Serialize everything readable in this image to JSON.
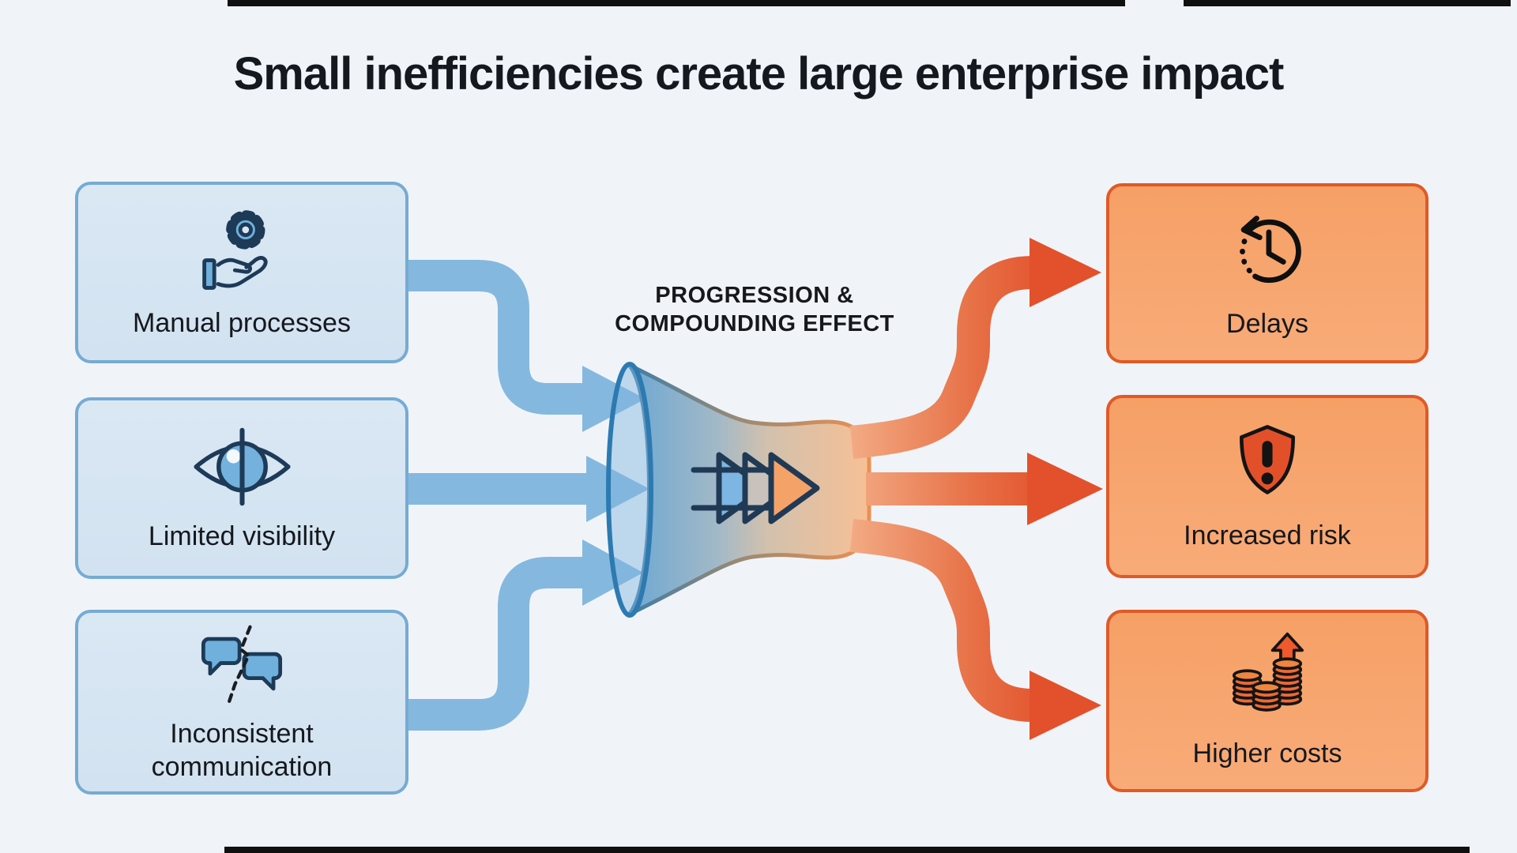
{
  "title": "Small inefficiencies create large enterprise impact",
  "center_label": {
    "line1": "PROGRESSION &",
    "line2": "COMPOUNDING EFFECT",
    "icon": "triple-chevron-acceleration-icon"
  },
  "causes": [
    {
      "label": "Manual processes",
      "icon": "gear-in-hand-icon"
    },
    {
      "label": "Limited visibility",
      "icon": "obstructed-eye-icon"
    },
    {
      "label": "Inconsistent communication",
      "icon": "broken-chat-bubbles-icon"
    }
  ],
  "effects": [
    {
      "label": "Delays",
      "icon": "time-rewind-clock-icon"
    },
    {
      "label": "Increased risk",
      "icon": "alert-shield-icon"
    },
    {
      "label": "Higher costs",
      "icon": "rising-coin-stacks-icon"
    }
  ],
  "colors": {
    "background": "#f0f4f9",
    "cause_box_fill": "#d8e6f3",
    "cause_box_border": "#76abd3",
    "cause_arrow": "#85b8de",
    "effect_box_fill": "#f7a46e",
    "effect_box_border": "#df5a27",
    "effect_arrow": "#e2512b",
    "icon_navy": "#1d3a57",
    "icon_blue": "#6fb0dc",
    "shield_red": "#e2502a",
    "title_text": "#14181f"
  }
}
